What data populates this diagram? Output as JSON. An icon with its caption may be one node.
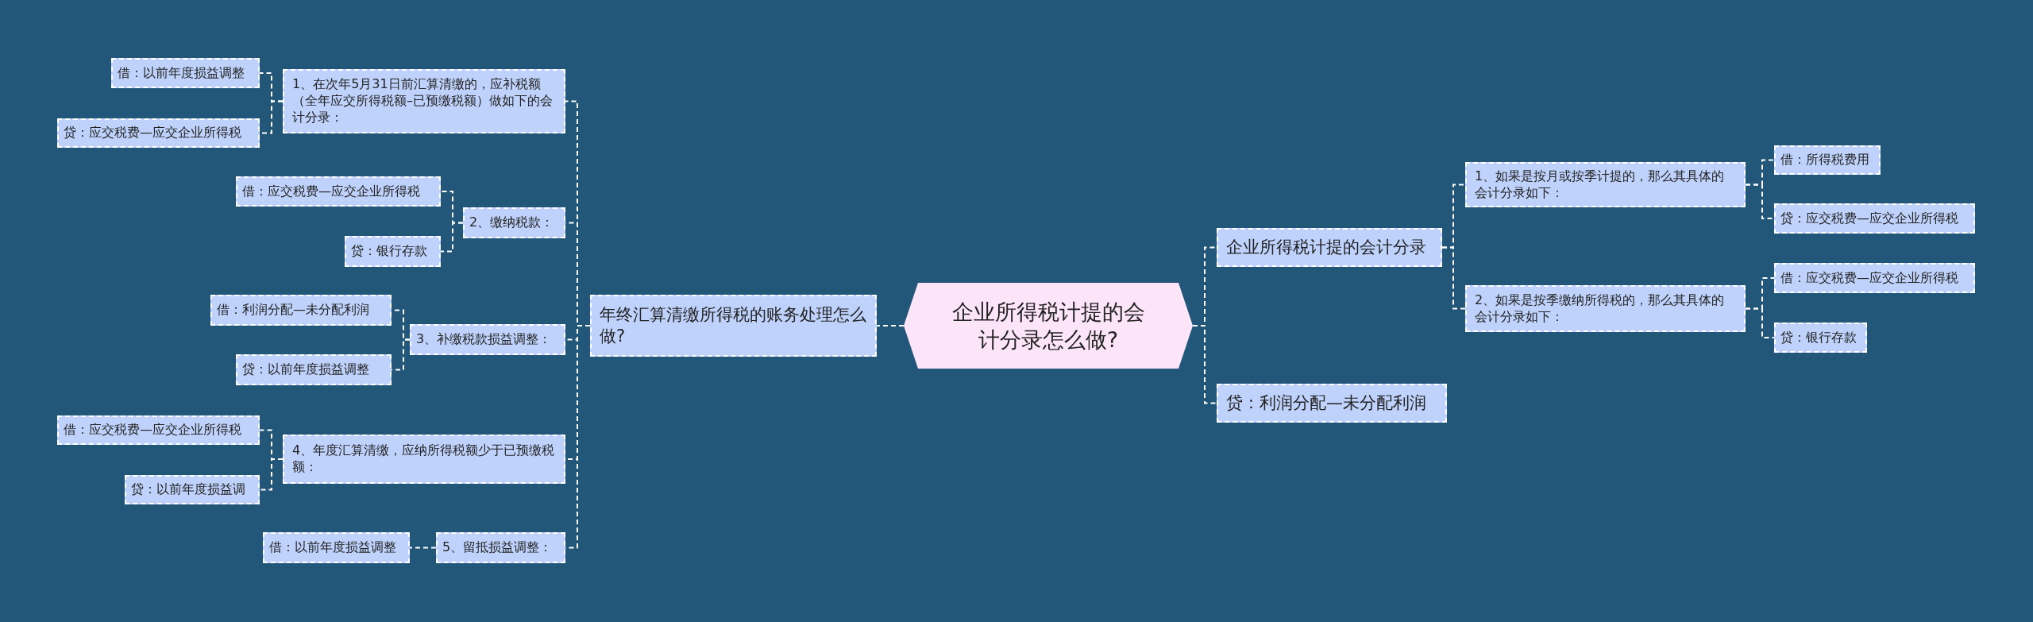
{
  "diagram": {
    "nodes": [
      {
        "text": [
          "企业所得税计提的会计分录怎么做?"
        ]
      },
      {
        "text": [
          "年终汇算清缴所得税的账务处理怎么做?"
        ]
      },
      {
        "text": [
          "1、在次年5月31日前汇算清缴的，应补税额（全年应交所得税额–已预缴税额）做如下的会计分录："
        ]
      },
      {
        "text": [
          "借：以前年度损益调整"
        ]
      },
      {
        "text": [
          "贷：应交税费—应交企业所得税"
        ]
      },
      {
        "text": [
          "2、缴纳税款："
        ]
      },
      {
        "text": [
          "借：应交税费—应交企业所得税"
        ]
      },
      {
        "text": [
          "贷：银行存款"
        ]
      },
      {
        "text": [
          "3、补缴税款损益调整："
        ]
      },
      {
        "text": [
          "借：利润分配—未分配利润"
        ]
      },
      {
        "text": [
          "贷：以前年度损益调整"
        ]
      },
      {
        "text": [
          "4、年度汇算清缴，应纳所得税额少于已预缴税额："
        ]
      },
      {
        "text": [
          "借：应交税费—应交企业所得税"
        ]
      },
      {
        "text": [
          "贷：以前年度损益调"
        ]
      },
      {
        "text": [
          "5、留抵损益调整："
        ]
      },
      {
        "text": [
          "借：以前年度损益调整"
        ]
      },
      {
        "text": [
          "企业所得税计提的会计分录"
        ]
      },
      {
        "text": [
          "1、如果是按月或按季计提的，那么其具体的会计分录如下："
        ]
      },
      {
        "text": [
          "借：所得税费用"
        ]
      },
      {
        "text": [
          "贷：应交税费—应交企业所得税"
        ]
      },
      {
        "text": [
          "2、如果是按季缴纳所得税的，那么其具体的会计分录如下："
        ]
      },
      {
        "text": [
          "借：应交税费—应交企业所得税"
        ]
      },
      {
        "text": [
          "贷：银行存款"
        ]
      },
      {
        "text": [
          "贷：利润分配—未分配利润"
        ]
      }
    ],
    "edges": [
      {
        "from": 0,
        "to": 1,
        "arrow": "none"
      },
      {
        "from": 1,
        "to": 2,
        "arrow": "none"
      },
      {
        "from": 2,
        "to": 3,
        "arrow": "none"
      },
      {
        "from": 2,
        "to": 4,
        "arrow": "none"
      },
      {
        "from": 1,
        "to": 5,
        "arrow": "none"
      },
      {
        "from": 5,
        "to": 6,
        "arrow": "none"
      },
      {
        "from": 5,
        "to": 7,
        "arrow": "none"
      },
      {
        "from": 1,
        "to": 8,
        "arrow": "none"
      },
      {
        "from": 8,
        "to": 9,
        "arrow": "none"
      },
      {
        "from": 8,
        "to": 10,
        "arrow": "none"
      },
      {
        "from": 1,
        "to": 11,
        "arrow": "none"
      },
      {
        "from": 11,
        "to": 12,
        "arrow": "none"
      },
      {
        "from": 11,
        "to": 13,
        "arrow": "none"
      },
      {
        "from": 1,
        "to": 14,
        "arrow": "none"
      },
      {
        "from": 14,
        "to": 15,
        "arrow": "none"
      },
      {
        "from": 0,
        "to": 16,
        "arrow": "none"
      },
      {
        "from": 16,
        "to": 17,
        "arrow": "none"
      },
      {
        "from": 17,
        "to": 18,
        "arrow": "none"
      },
      {
        "from": 17,
        "to": 19,
        "arrow": "none"
      },
      {
        "from": 16,
        "to": 20,
        "arrow": "none"
      },
      {
        "from": 20,
        "to": 21,
        "arrow": "none"
      },
      {
        "from": 20,
        "to": 22,
        "arrow": "none"
      },
      {
        "from": 0,
        "to": 23,
        "arrow": "none"
      }
    ]
  }
}
